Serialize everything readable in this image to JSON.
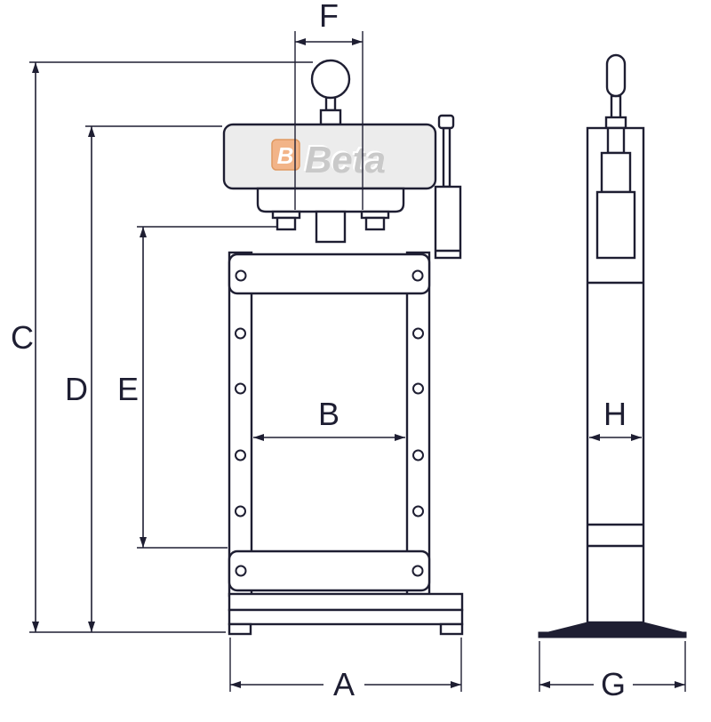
{
  "brand": {
    "name": "Beta",
    "mark": "B"
  },
  "labels": {
    "A": "A",
    "B": "B",
    "C": "C",
    "D": "D",
    "E": "E",
    "F": "F",
    "G": "G",
    "H": "H"
  },
  "colors": {
    "line": "#1e1e32",
    "fill_light": "#ececec",
    "brand_orange": "#f2b488",
    "brand_orange_edge": "#e09a62",
    "brand_text": "#c9c9c9",
    "background": "#ffffff"
  }
}
